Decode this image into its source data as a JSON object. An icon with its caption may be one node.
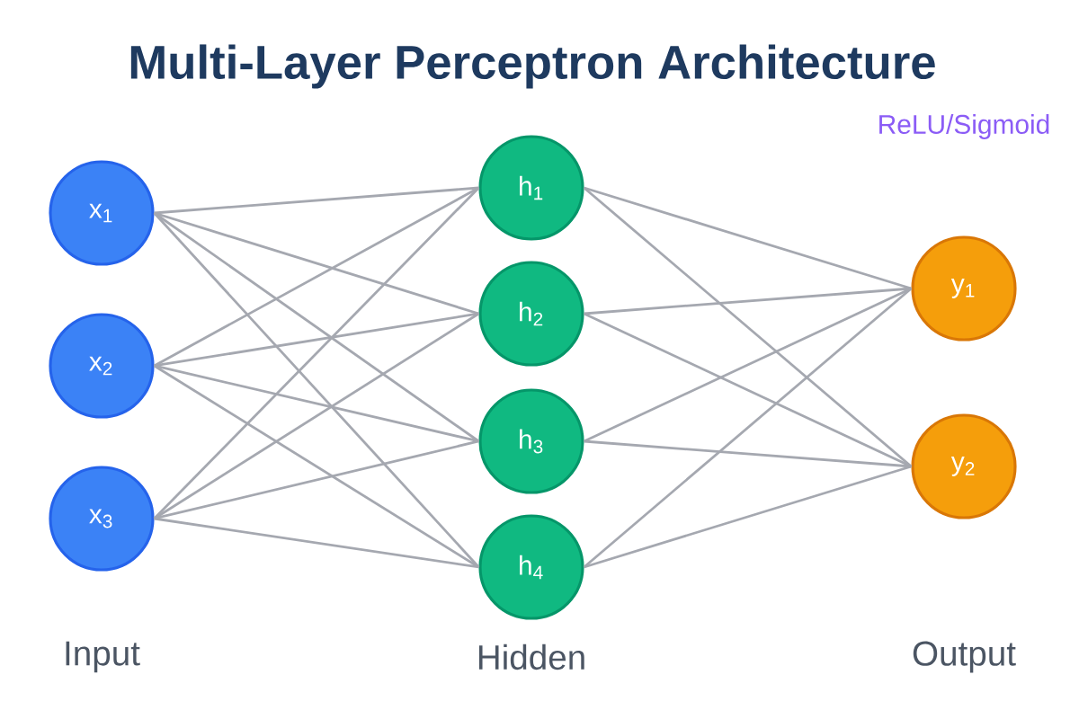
{
  "diagram": {
    "title": "Multi-Layer Perceptron Architecture",
    "nodes": [
      {
        "text": [
          "x$_{1}$"
        ]
      },
      {
        "text": [
          "x$_{2}$"
        ]
      },
      {
        "text": [
          "x$_{3}$"
        ]
      },
      {
        "text": [
          "h$_{1}$"
        ]
      },
      {
        "text": [
          "h$_{2}$"
        ]
      },
      {
        "text": [
          "h$_{3}$"
        ]
      },
      {
        "text": [
          "h$_{4}$"
        ]
      },
      {
        "text": [
          "y$_{1}$"
        ]
      },
      {
        "text": [
          "y$_{2}$"
        ]
      }
    ],
    "edges": [
      {
        "from": 0,
        "to": 3,
        "arrow": "none"
      },
      {
        "from": 0,
        "to": 4,
        "arrow": "none"
      },
      {
        "from": 0,
        "to": 5,
        "arrow": "none"
      },
      {
        "from": 0,
        "to": 6,
        "arrow": "none"
      },
      {
        "from": 1,
        "to": 3,
        "arrow": "none"
      },
      {
        "from": 1,
        "to": 4,
        "arrow": "none"
      },
      {
        "from": 1,
        "to": 5,
        "arrow": "none"
      },
      {
        "from": 1,
        "to": 6,
        "arrow": "none"
      },
      {
        "from": 2,
        "to": 3,
        "arrow": "none"
      },
      {
        "from": 2,
        "to": 4,
        "arrow": "none"
      },
      {
        "from": 2,
        "to": 5,
        "arrow": "none"
      },
      {
        "from": 2,
        "to": 6,
        "arrow": "none"
      },
      {
        "from": 3,
        "to": 7,
        "arrow": "none"
      },
      {
        "from": 3,
        "to": 8,
        "arrow": "none"
      },
      {
        "from": 4,
        "to": 7,
        "arrow": "none"
      },
      {
        "from": 4,
        "to": 8,
        "arrow": "none"
      },
      {
        "from": 5,
        "to": 7,
        "arrow": "none"
      },
      {
        "from": 5,
        "to": 8,
        "arrow": "none"
      },
      {
        "from": 6,
        "to": 7,
        "arrow": "none"
      },
      {
        "from": 6,
        "to": 8,
        "arrow": "none"
      }
    ],
    "labels": [
      "ReLU/Sigmoid",
      "Input",
      "Hidden",
      "Output"
    ]
  }
}
